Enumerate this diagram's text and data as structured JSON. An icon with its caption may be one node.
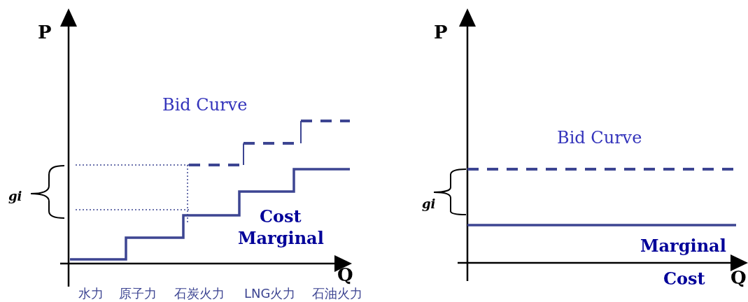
{
  "diagram": {
    "labels": [
      "P",
      "Bid Curve",
      "Cost",
      "Marginal",
      "gi",
      "Q",
      "水力",
      "原子力",
      "石炭火力",
      "LNG火力",
      "石油火力",
      "P",
      "Bid Curve",
      "gi",
      "Marginal",
      "Cost",
      "Q"
    ]
  }
}
